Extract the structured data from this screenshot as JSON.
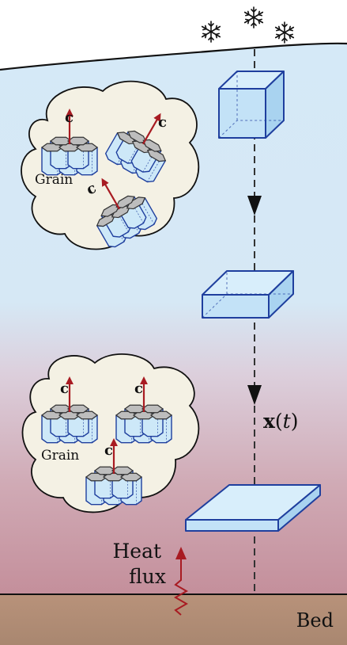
{
  "diagram": {
    "snowflake_icon": "snowflake-icon",
    "grain_label_top": "Grain",
    "c_axis_label": "c",
    "grain_label_bottom": "Grain",
    "trajectory_label_x": "x",
    "trajectory_label_open": "(",
    "trajectory_label_t": "t",
    "trajectory_label_close": ")",
    "heat_label_line1": "Heat",
    "heat_label_line2": "flux",
    "bed_label": "Bed",
    "colors": {
      "ice_top": "#d5e9f7",
      "ice_bottom": "#c48f9b",
      "bed": "#b08c73",
      "arrow_red": "#a81b22",
      "box_fill": "#c3e2f7",
      "box_stroke": "#1f3f9e",
      "grain_fill": "#cde8f8",
      "grain_top": "#bdbdbd",
      "cloud_fill": "#f4f1e4"
    }
  }
}
